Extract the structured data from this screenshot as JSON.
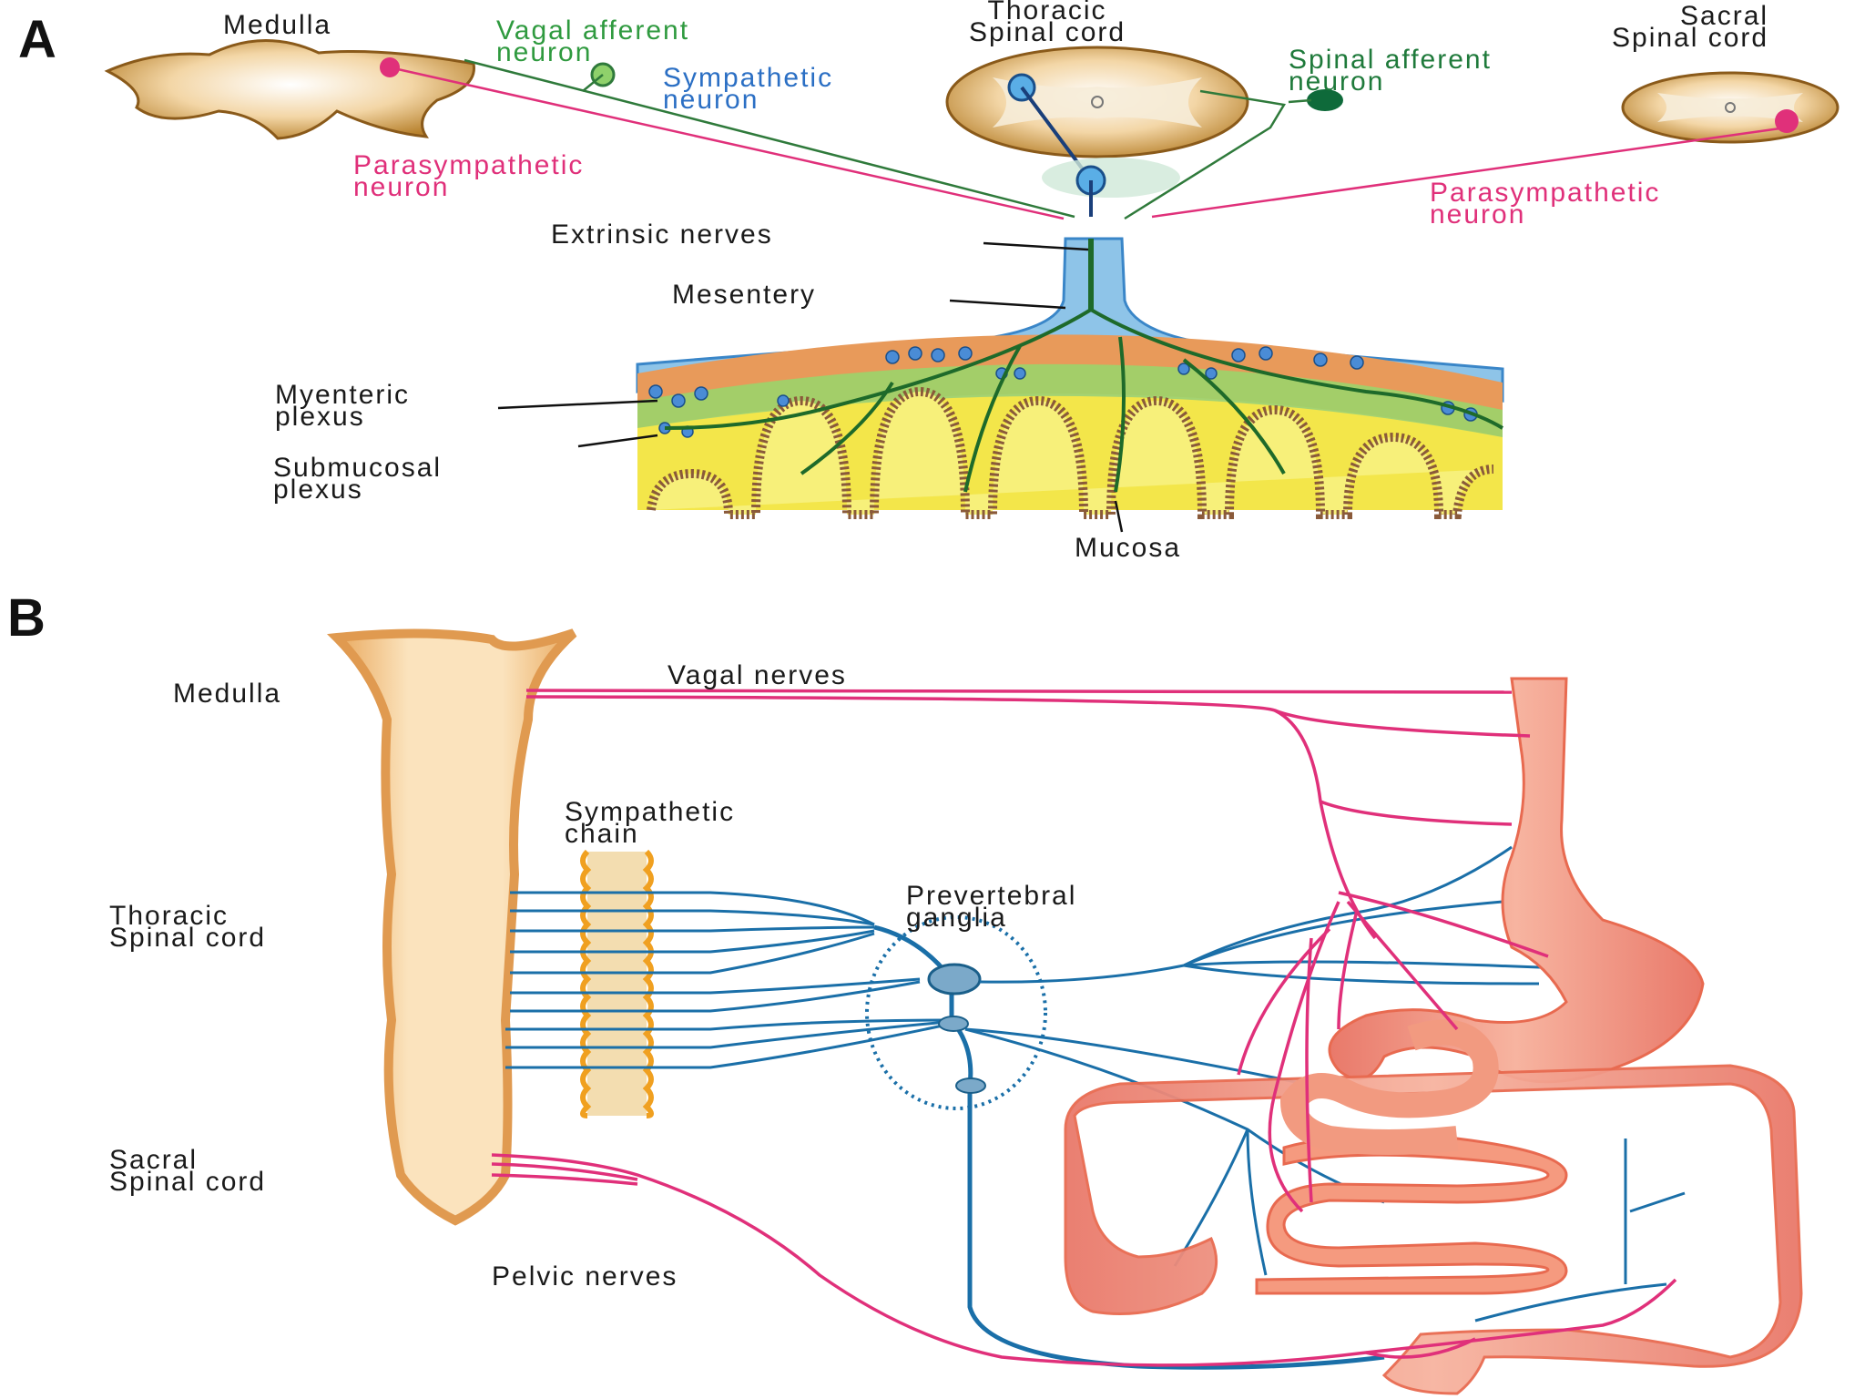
{
  "panel_a": {
    "letter": "A",
    "labels": {
      "medulla": "Medulla",
      "vagal_afferent": "Vagal afferent\nneuron",
      "sympathetic": "Sympathetic\nneuron",
      "thoracic": "Thoracic\nSpinal cord",
      "spinal_afferent": "Spinal afferent\nneuron",
      "sacral": "Sacral\nSpinal cord",
      "parasympathetic_left": "Parasympathetic\nneuron",
      "parasympathetic_right": "Parasympathetic\nneuron",
      "extrinsic": "Extrinsic nerves",
      "mesentery": "Mesentery",
      "myenteric": "Myenteric\nplexus",
      "submucosal": "Submucosal\nplexus",
      "mucosa": "Mucosa"
    }
  },
  "panel_b": {
    "letter": "B",
    "labels": {
      "medulla": "Medulla",
      "vagal_nerves": "Vagal nerves",
      "sympathetic_chain": "Sympathetic\nchain",
      "prevertebral": "Prevertebral\nganglia",
      "thoracic": "Thoracic\nSpinal cord",
      "sacral": "Sacral\nSpinal cord",
      "pelvic_nerves": "Pelvic nerves"
    }
  },
  "colors": {
    "parasympathetic": "#e0307a",
    "sympathetic": "#1a6fa8",
    "afferent": "#2f9a3f",
    "cord": "#f4c98a",
    "gut": "#f29a80"
  }
}
